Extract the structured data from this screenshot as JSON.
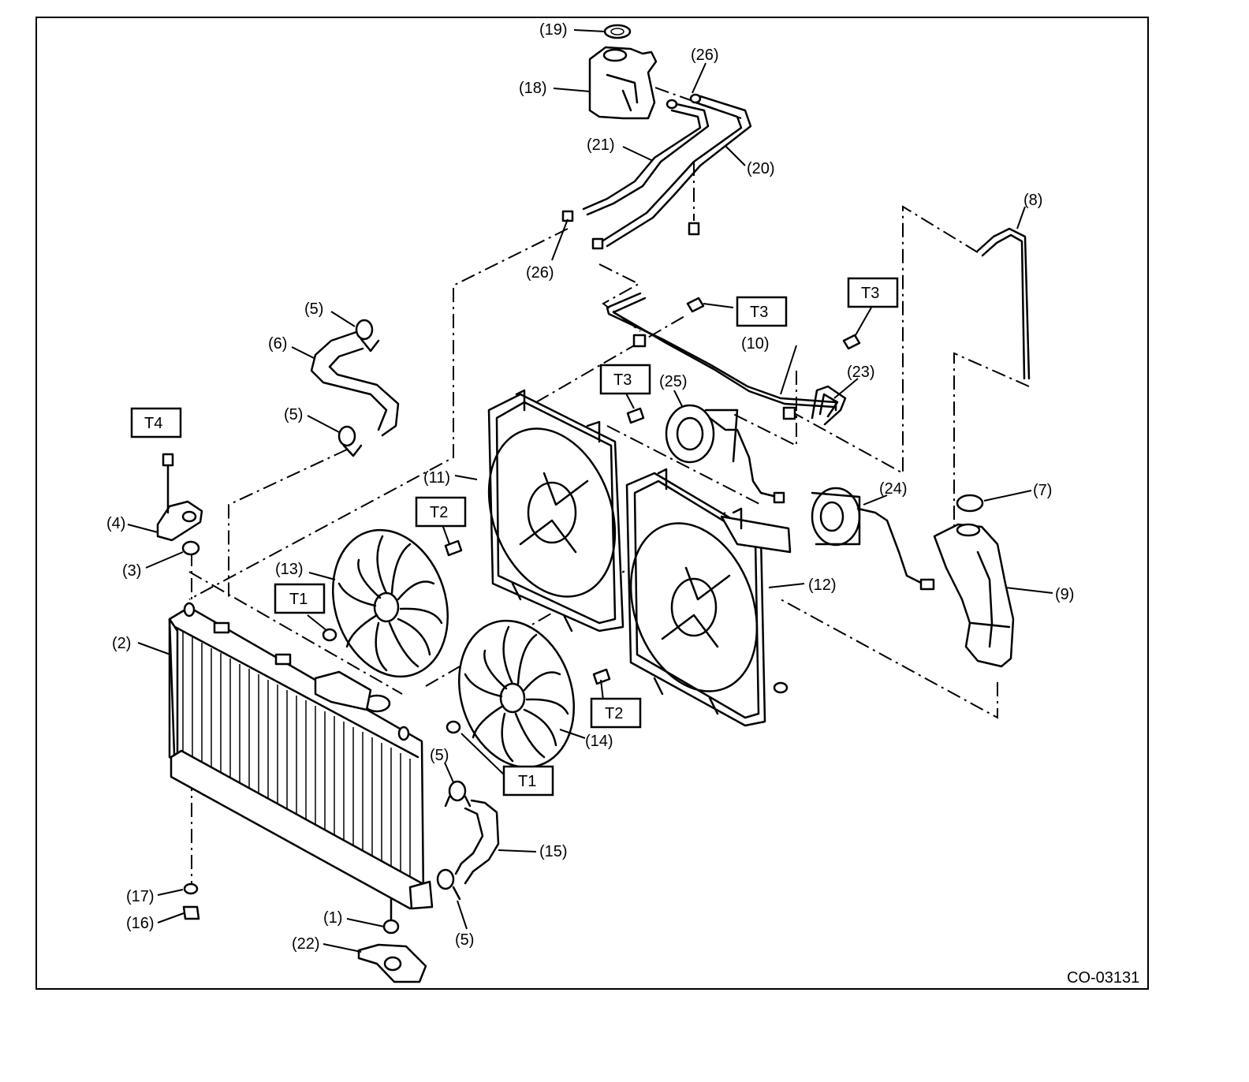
{
  "figure_code": "CO-03131",
  "part_labels": {
    "p1": "(1)",
    "p2": "(2)",
    "p3": "(3)",
    "p4": "(4)",
    "p5a": "(5)",
    "p5b": "(5)",
    "p5c": "(5)",
    "p5d": "(5)",
    "p6": "(6)",
    "p7": "(7)",
    "p8": "(8)",
    "p9": "(9)",
    "p10": "(10)",
    "p11": "(11)",
    "p12": "(12)",
    "p13": "(13)",
    "p14": "(14)",
    "p15": "(15)",
    "p16": "(16)",
    "p17": "(17)",
    "p18": "(18)",
    "p19": "(19)",
    "p20": "(20)",
    "p21": "(21)",
    "p22": "(22)",
    "p23": "(23)",
    "p24": "(24)",
    "p25": "(25)",
    "p26a": "(26)",
    "p26b": "(26)"
  },
  "torque_labels": {
    "t1a": "T1",
    "t1b": "T1",
    "t2a": "T2",
    "t2b": "T2",
    "t3a": "T3",
    "t3b": "T3",
    "t3c": "T3",
    "t4": "T4"
  }
}
